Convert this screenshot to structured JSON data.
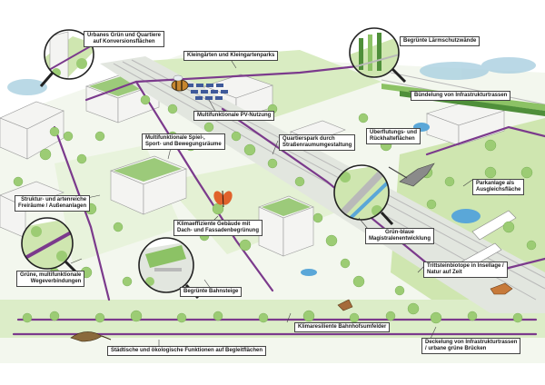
{
  "labels": {
    "urbanes": [
      "Urbanes Grün und Quartiere",
      "auf Konversionsflächen"
    ],
    "kleingarten": [
      "Kleingärten und Kleingartenparks"
    ],
    "laermschutz": [
      "Begrünte Lärmschutzwände"
    ],
    "pv": [
      "Multifunktionale PV-Nutzung"
    ],
    "buendelung": [
      "Bündelung von Infrastrukturtrassen"
    ],
    "spiel": [
      "Multifunktionale Spiel-,",
      "Sport- und Bewegungsräume"
    ],
    "quartierspark": [
      "Quartierspark durch",
      "Straßenraumumgestaltung"
    ],
    "ueberflutung": [
      "Überflutungs- und",
      "Rückhalteflächen"
    ],
    "struktur": [
      "Struktur- und artenreiche",
      "Freiräume / Außenanlagen"
    ],
    "parkanlage": [
      "Parkanlage als",
      "Ausgleichsfläche"
    ],
    "klimaeffizient": [
      "Klimaeffiziente Gebäude mit",
      "Dach- und Fassadenbegrünung"
    ],
    "gruenblau": [
      "Grün-blaue",
      "Magistralenentwicklung"
    ],
    "wegeverbindungen": [
      "Grüne, multifunktionale",
      "Wegeverbindungen"
    ],
    "trittstein": [
      "Trittsteinbiotope in Insellage /",
      "Natur auf Zeit"
    ],
    "bahnsteige": [
      "Begrünte Bahnsteige"
    ],
    "bahnhofsumfelder": [
      "Klimaresiliente Bahnhofsumfelder"
    ],
    "deckelung": [
      "Deckelung von Infrastrukturtrassen",
      "/ urbane grüne Brücken"
    ],
    "begleitflaechen": [
      "Städtische und ökologische Funktionen auf Begleitflächen"
    ]
  },
  "colors": {
    "green_light": "#cfe6b0",
    "green_mid": "#8cc265",
    "green_dark": "#4f8f3a",
    "tree": "#9ccc74",
    "purple": "#7b3a8c",
    "water": "#5aa7d8",
    "pv_panel": "#3f5a9a",
    "building": "#f4f4f2",
    "building_line": "#9a9a9a",
    "track": "#b9b9b9",
    "label_border": "#444444"
  },
  "icons": [
    "bee-icon",
    "butterfly-icon",
    "bird-icon",
    "lizard-icon",
    "fox-icon",
    "deer-icon",
    "magnifier-icon"
  ]
}
